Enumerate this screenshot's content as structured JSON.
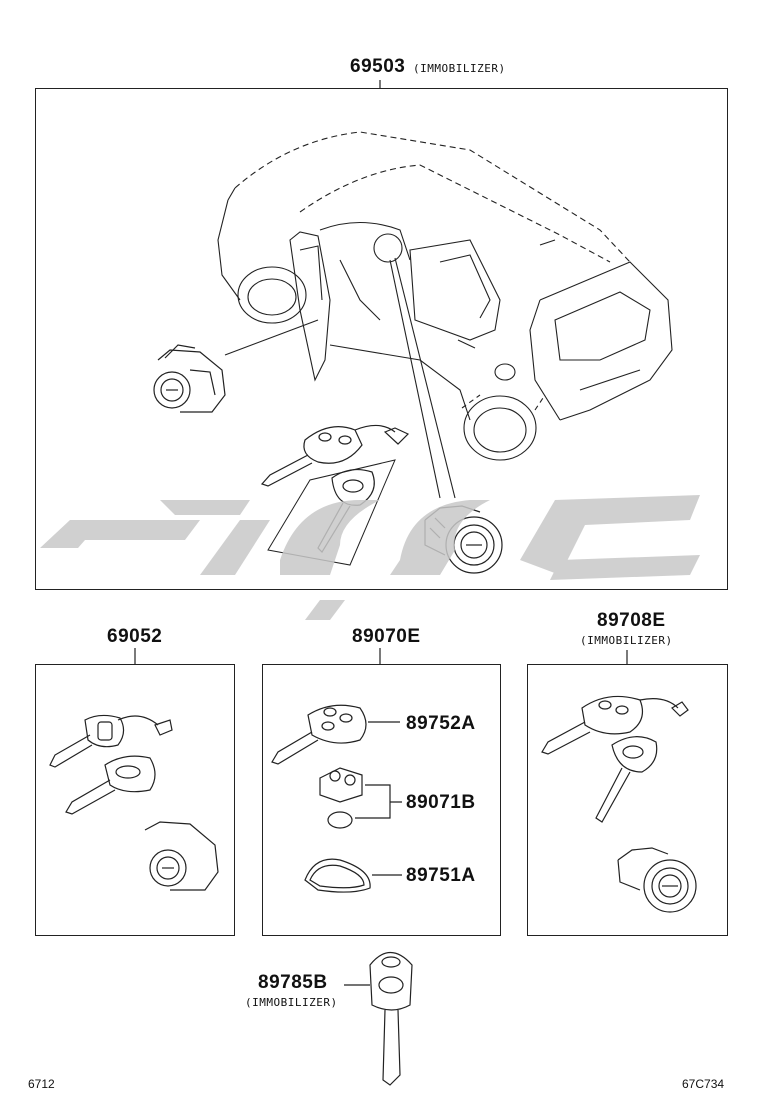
{
  "main_assembly": {
    "part_no": "69503",
    "note": "(IMMOBILIZER)"
  },
  "panels": [
    {
      "part_no": "69052"
    },
    {
      "part_no": "89070E",
      "components": [
        {
          "part_no": "89752A"
        },
        {
          "part_no": "89071B"
        },
        {
          "part_no": "89751A"
        }
      ]
    },
    {
      "part_no": "89708E",
      "note": "(IMMOBILIZER)"
    }
  ],
  "single_key": {
    "part_no": "89785B",
    "note": "(IMMOBILIZER)"
  },
  "footer": {
    "left_code": "6712",
    "right_code": "67C734"
  },
  "watermark": {
    "color": "#c8c8c8"
  }
}
